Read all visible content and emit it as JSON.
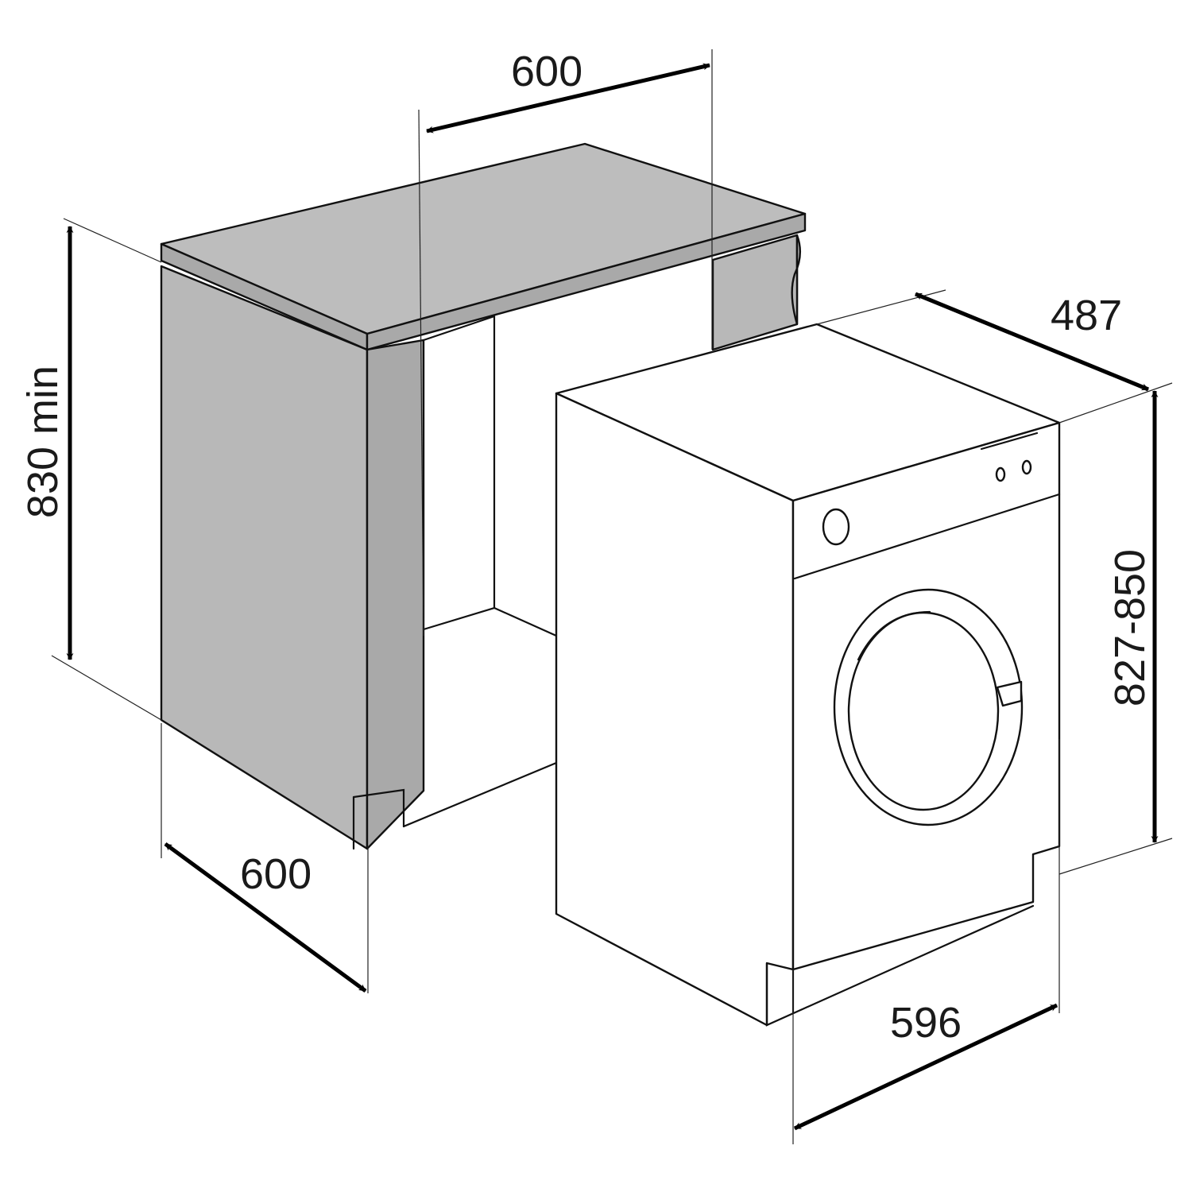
{
  "diagram": {
    "labels": {
      "cabinet_width": "600",
      "cabinet_depth": "600",
      "cabinet_height": "830 min",
      "machine_width": "596",
      "machine_depth": "487",
      "machine_height": "827-850"
    }
  }
}
